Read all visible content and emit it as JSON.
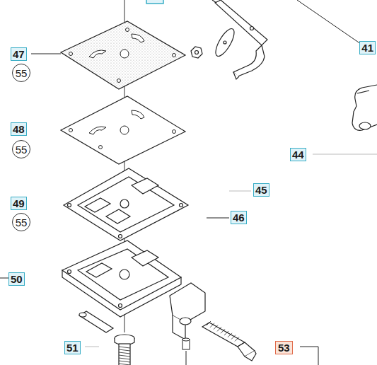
{
  "diagram": {
    "labels": [
      "47",
      "55",
      "48",
      "55",
      "49",
      "55",
      "50",
      "51",
      "53",
      "44",
      "45",
      "46",
      "41"
    ]
  }
}
